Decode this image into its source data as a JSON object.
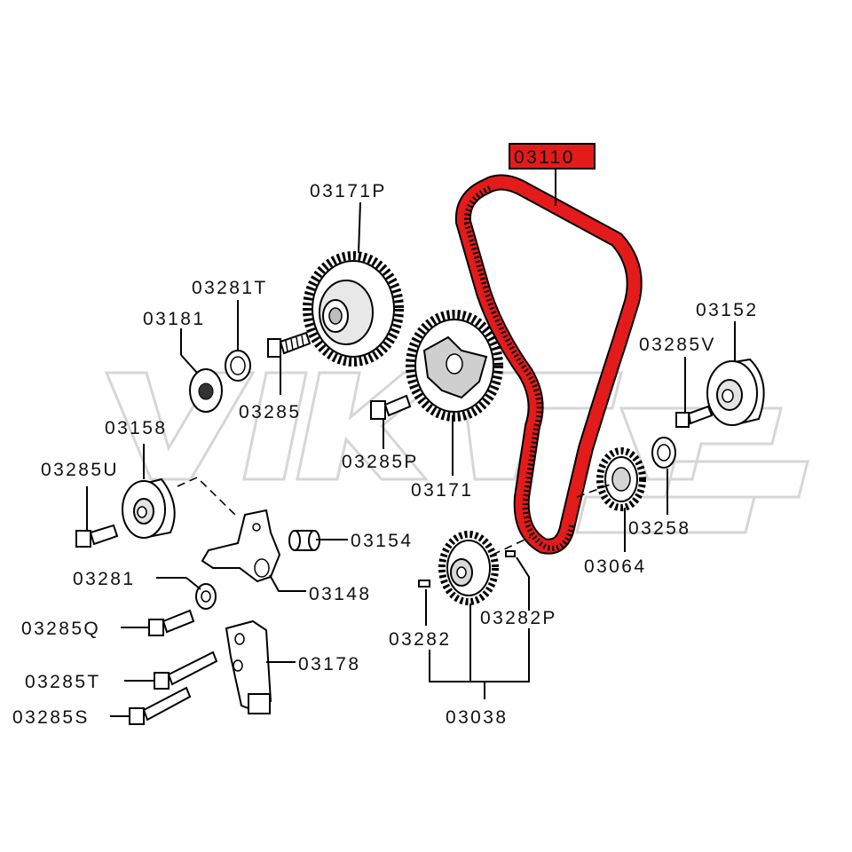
{
  "highlight": {
    "part_number": "03110",
    "color": "#e31b1b"
  },
  "labels": {
    "p03171P": "03171P",
    "p03281T": "03281T",
    "p03181": "03181",
    "p03285": "03285",
    "p03285P": "03285P",
    "p03171": "03171",
    "p03152": "03152",
    "p03285V": "03285V",
    "p03158": "03158",
    "p03285U": "03285U",
    "p03154": "03154",
    "p03258": "03258",
    "p03281": "03281",
    "p03148": "03148",
    "p03064": "03064",
    "p03285Q": "03285Q",
    "p03282P": "03282P",
    "p03282": "03282",
    "p03285T": "03285T",
    "p03178": "03178",
    "p03285S": "03285S",
    "p03038": "03038"
  },
  "colors": {
    "belt": "#e31b1b",
    "line": "#000000",
    "part_fill": "#ffffff",
    "shade": "#bdbdbd",
    "watermark": "#d6d6d6"
  }
}
